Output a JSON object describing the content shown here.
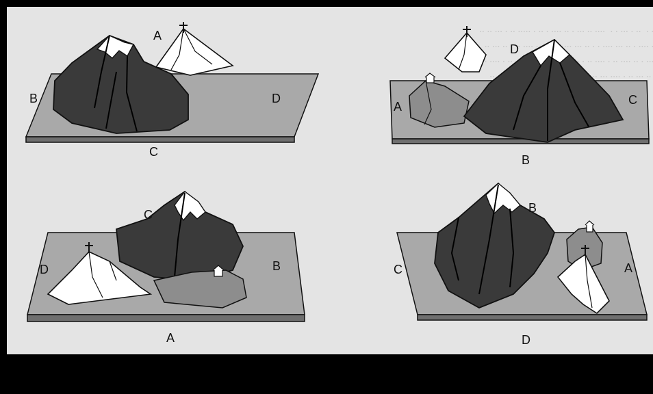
{
  "panels": [
    {
      "id": "top-left",
      "labels": {
        "top": "A",
        "left": "B",
        "right": "D",
        "bottom": "C"
      }
    },
    {
      "id": "top-right",
      "labels": {
        "top": "D",
        "left": "A",
        "right": "C",
        "bottom": "B"
      }
    },
    {
      "id": "bottom-left",
      "labels": {
        "top": "C",
        "left": "D",
        "right": "B",
        "bottom": "A"
      }
    },
    {
      "id": "bottom-right",
      "labels": {
        "top": "B",
        "left": "C",
        "right": "A",
        "bottom": "D"
      }
    }
  ],
  "colors": {
    "background": "#e4e4e4",
    "board_top": "#a9a9a9",
    "board_edge": "#6f6f6f",
    "mountain_dark": "#3a3a3a",
    "mountain_mid": "#8d8d8d",
    "snow": "#ffffff",
    "outline": "#111111"
  }
}
